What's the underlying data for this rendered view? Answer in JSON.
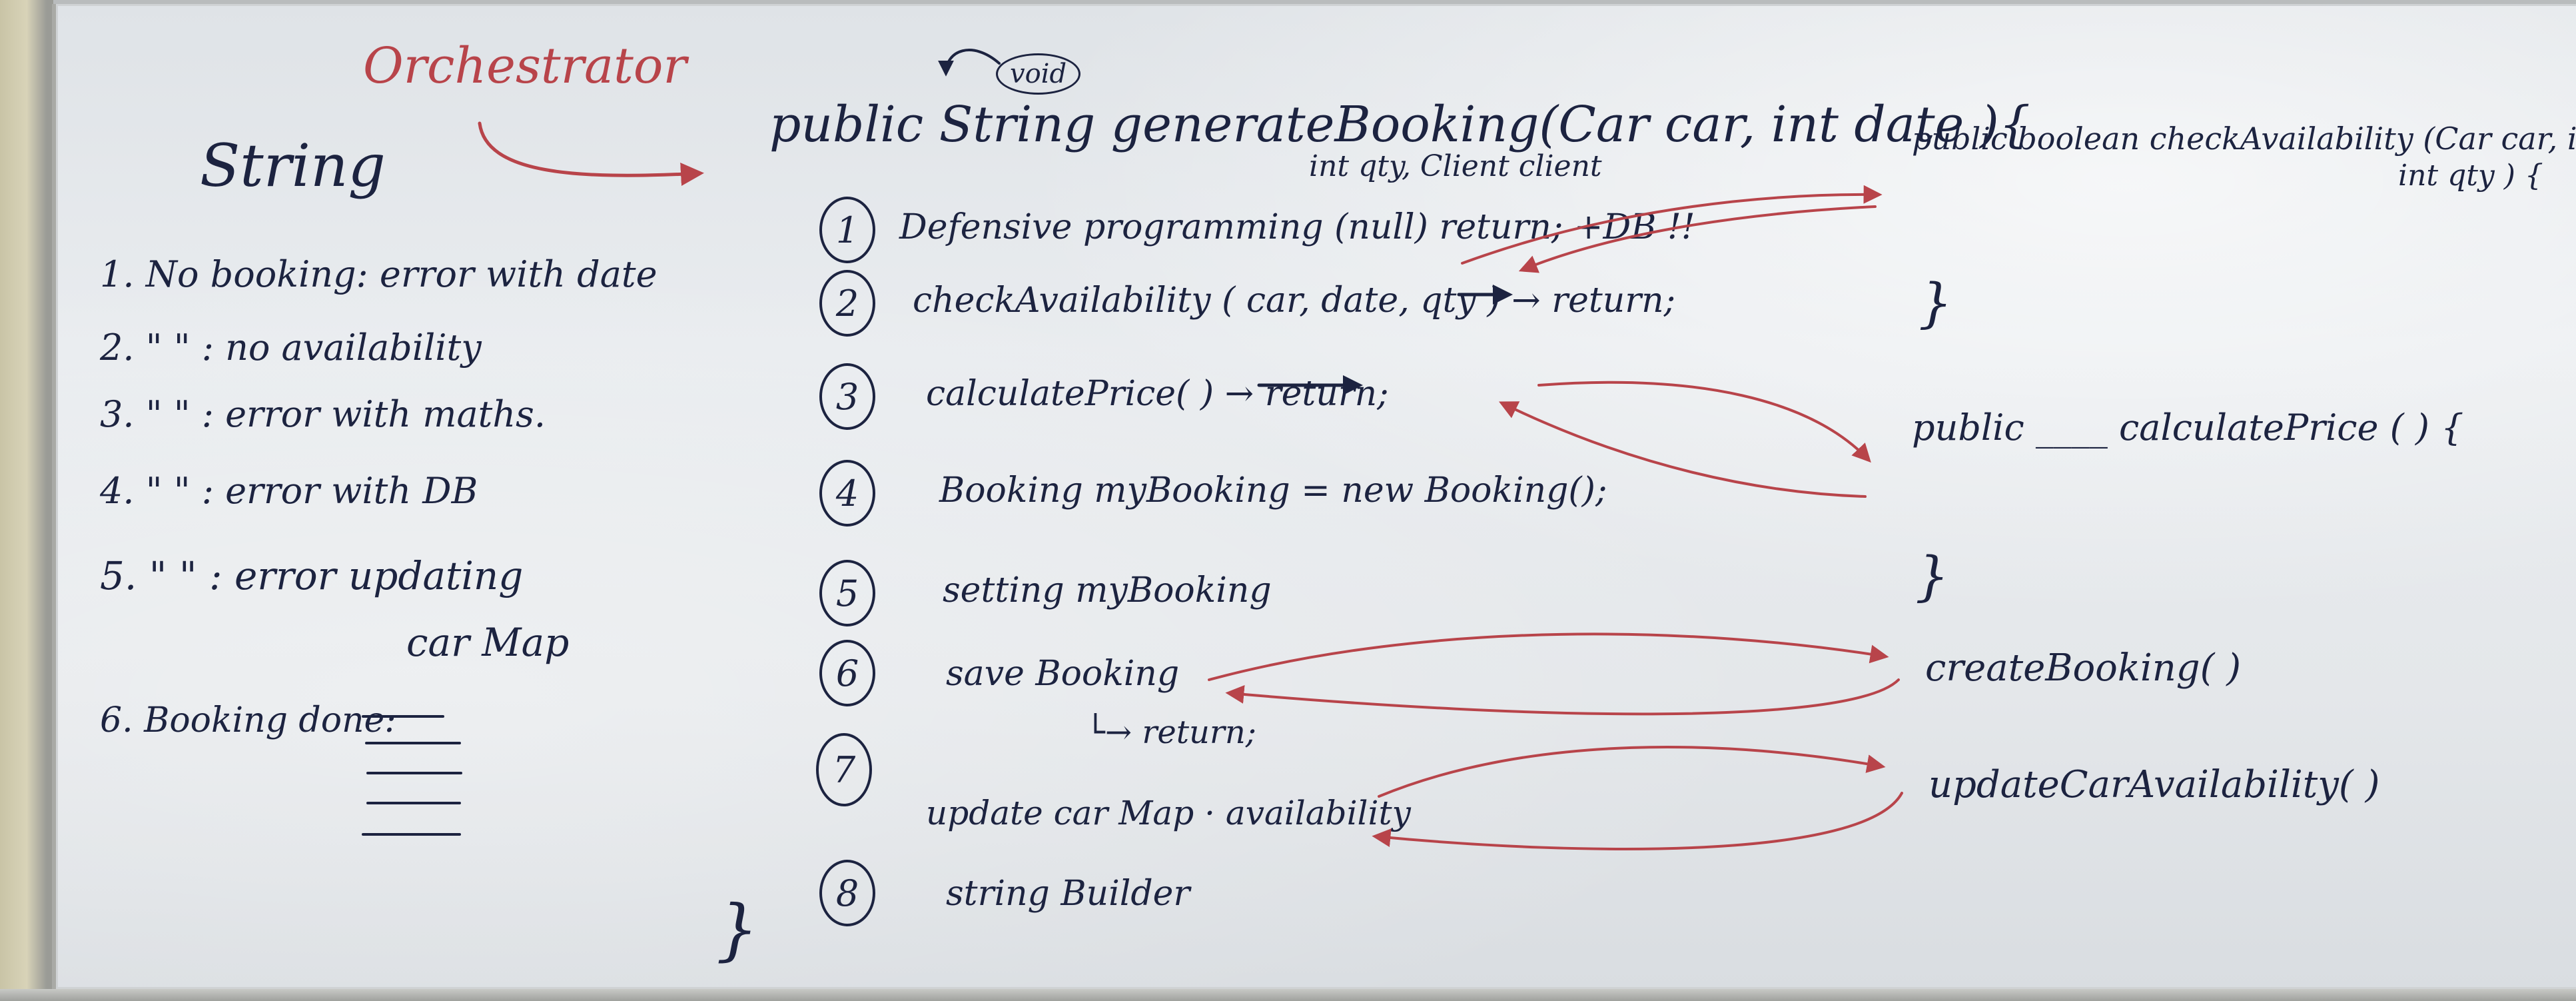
{
  "orchestrator_label": "Orchestrator",
  "return_type_label": "String",
  "cases": [
    {
      "num": "1.",
      "text": "No booking: error with date"
    },
    {
      "num": "2.",
      "text": "\"  \"   : no availability"
    },
    {
      "num": "3.",
      "text": "\"  \"   : error with maths."
    },
    {
      "num": "4.",
      "text": "\"  \"   : error with DB"
    },
    {
      "num": "5.",
      "text": "\"  \"   : error updating"
    },
    {
      "num": "",
      "text": "car Map"
    },
    {
      "num": "6.",
      "text": "Booking done:"
    }
  ],
  "void_note": "void",
  "method_signature": "public String generateBooking(Car car, int date ){",
  "signature_params_cont": "int qty, Client client",
  "steps": [
    {
      "num": "1",
      "text": "Defensive programming (null) return; +DB !!"
    },
    {
      "num": "2",
      "text": "checkAvailability ( car, date, qty ) → return;"
    },
    {
      "num": "3",
      "text": "calculatePrice(   ) → return;"
    },
    {
      "num": "4",
      "text": "Booking myBooking = new Booking();"
    },
    {
      "num": "5",
      "text": "setting myBooking"
    },
    {
      "num": "6",
      "text": "save Booking"
    },
    {
      "num": "7",
      "text": "update car Map · availability"
    },
    {
      "num": "8",
      "text": "string Builder"
    }
  ],
  "save_return": "└→ return;",
  "closing_brace": "}",
  "right_methods": {
    "check_sig_1": "public boolean checkAvailability (Car car, int date,",
    "check_sig_2": "int qty ) {",
    "check_close": "}",
    "calc_sig": "public ____ calculatePrice ( ) {",
    "calc_close": "}",
    "create_booking": "createBooking( )",
    "update_availability": "updateCarAvailability( )"
  },
  "colors": {
    "ink": "#1c2340",
    "marker_red": "#b8444a",
    "board": "#e6e9ec"
  }
}
